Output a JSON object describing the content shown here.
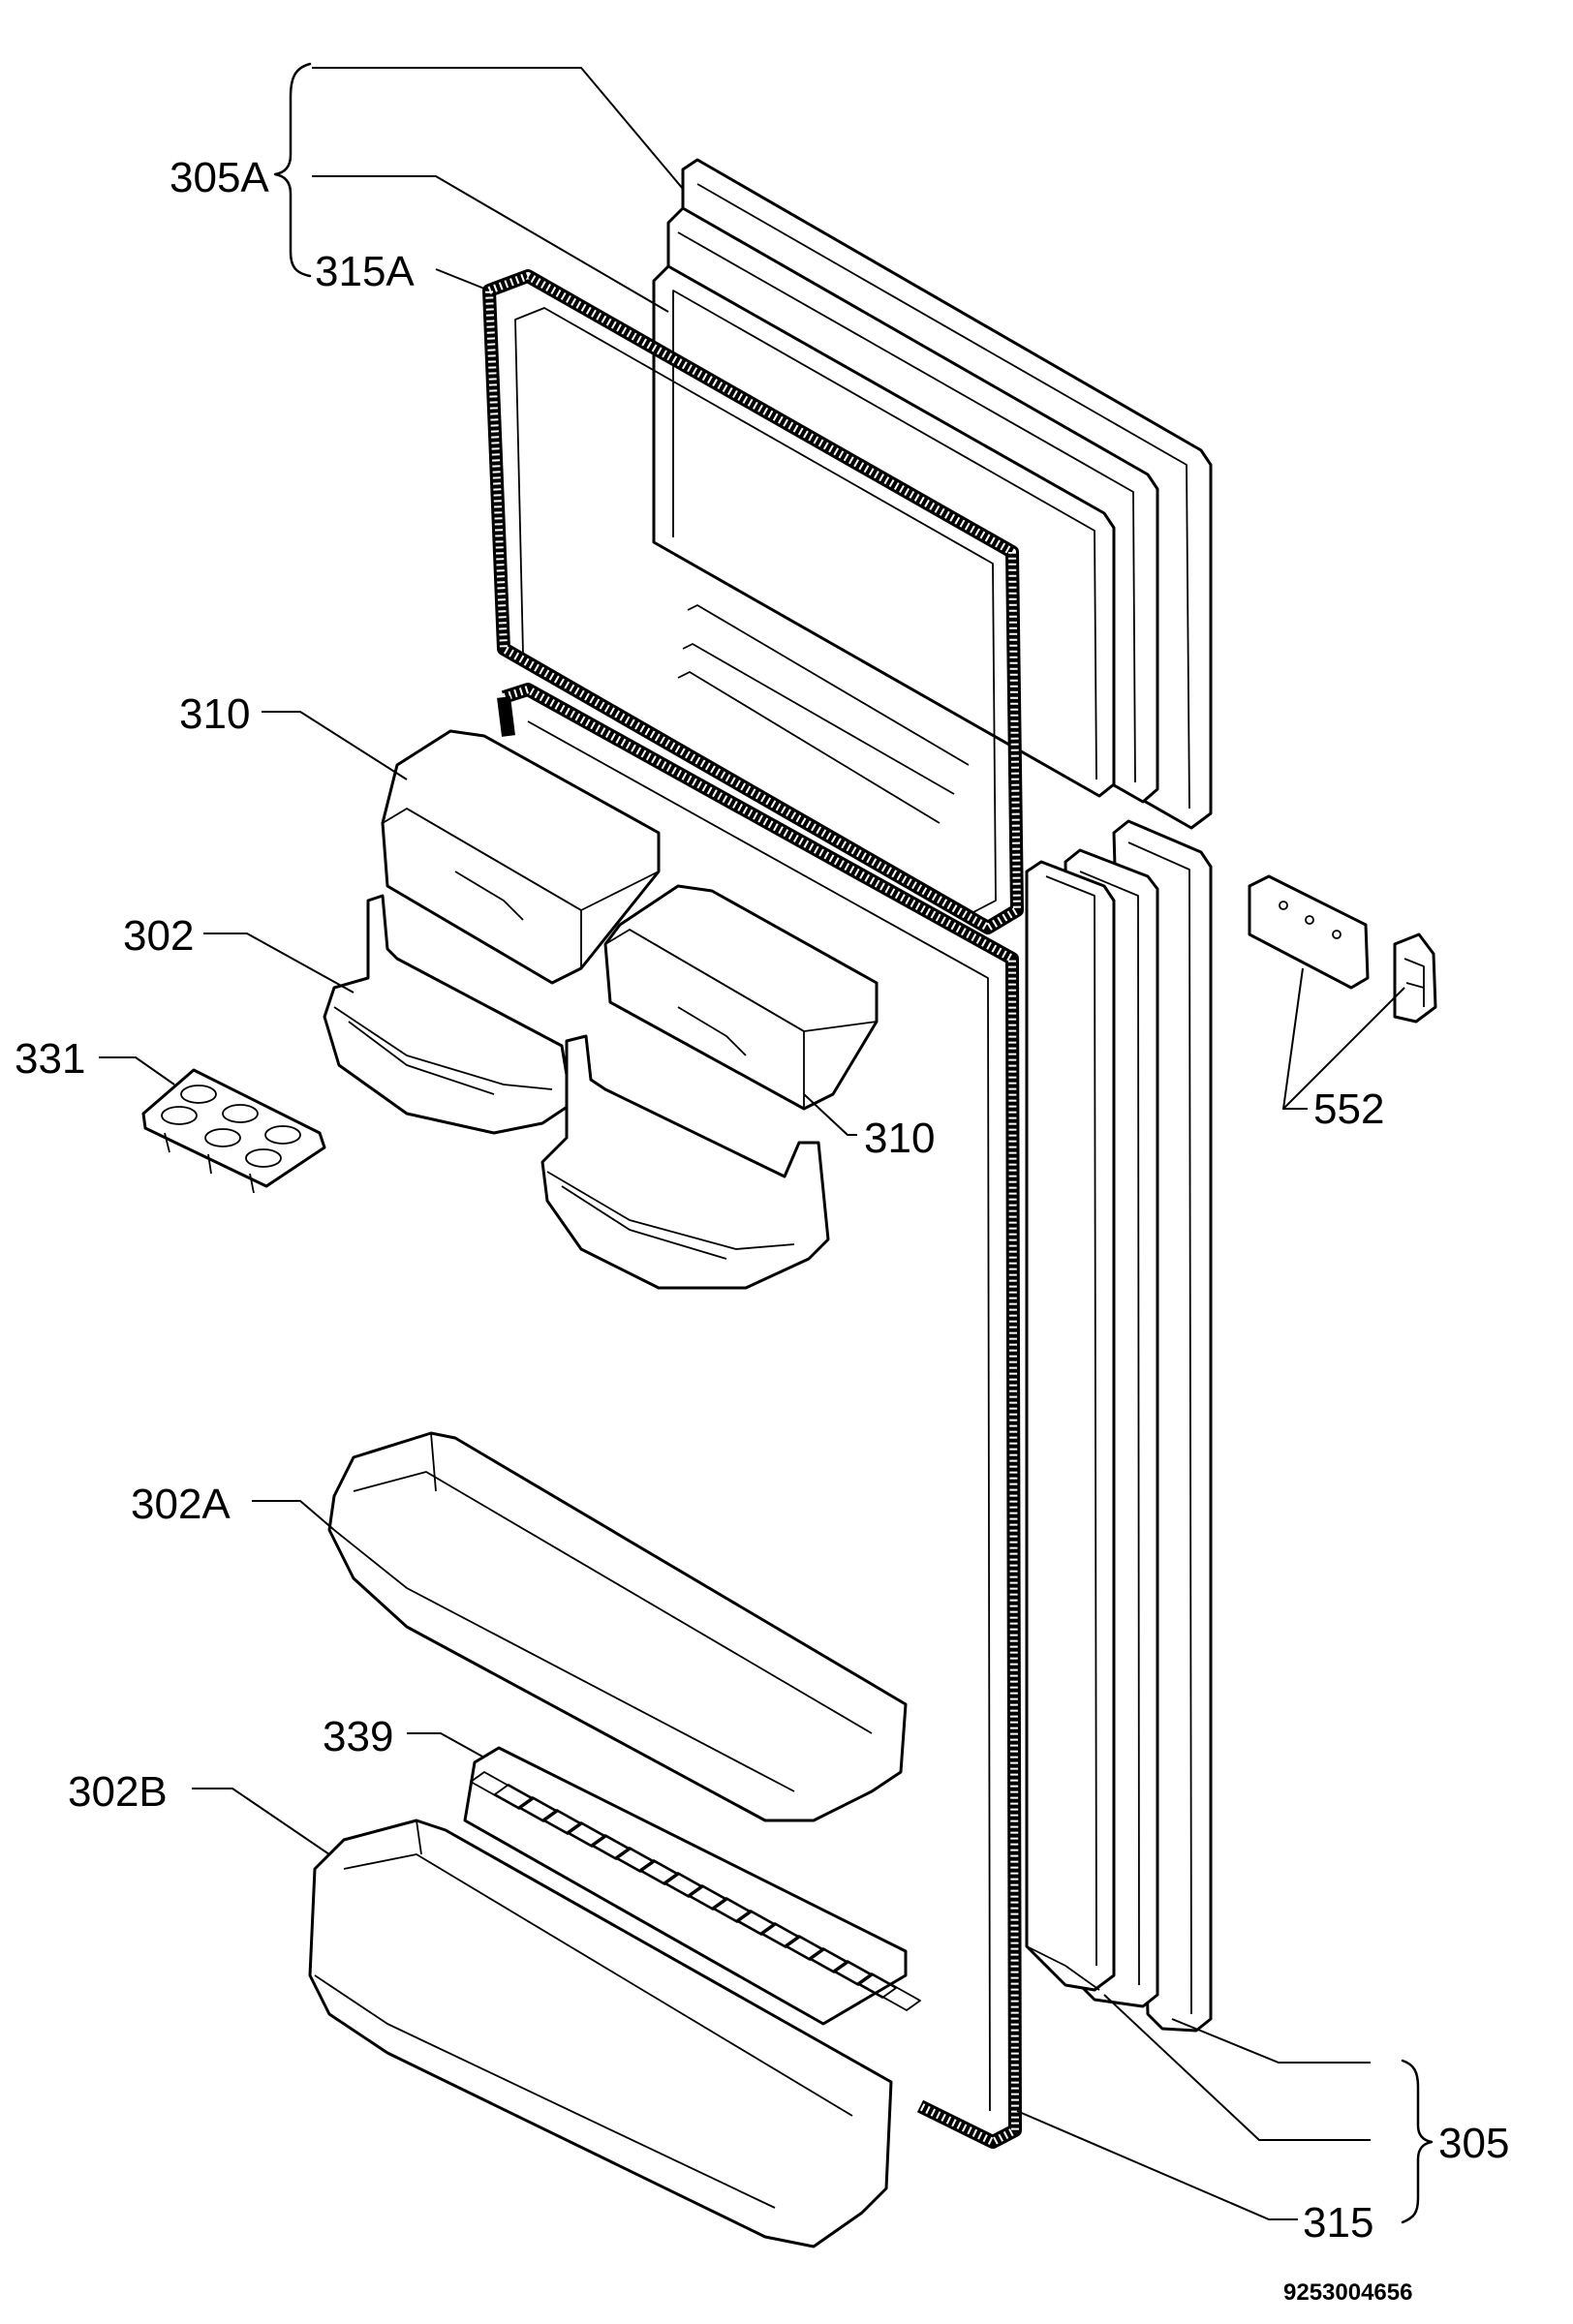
{
  "labels": {
    "l305A": "305A",
    "l315A": "315A",
    "l310a": "310",
    "l310b": "310",
    "l302": "302",
    "l331": "331",
    "l552": "552",
    "l302A": "302A",
    "l339": "339",
    "l302B": "302B",
    "l305": "305",
    "l315": "315"
  },
  "drawing_code": "9253004656"
}
